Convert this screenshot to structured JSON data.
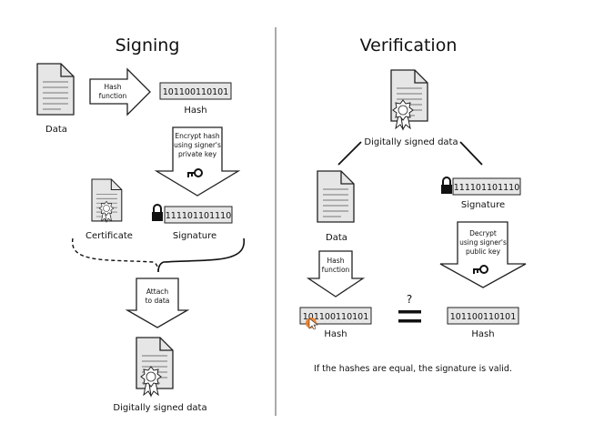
{
  "signing": {
    "title": "Signing",
    "data_label": "Data",
    "hash_arrow": [
      "Hash",
      "function"
    ],
    "hash_bits": "101100110101",
    "hash_label": "Hash",
    "encrypt_arrow": [
      "Encrypt hash",
      "using signer's",
      "private key"
    ],
    "certificate_label": "Certificate",
    "signature_bits": "111101101110",
    "signature_label": "Signature",
    "attach_arrow": [
      "Attach",
      "to data"
    ],
    "signed_label": "Digitally signed data"
  },
  "verification": {
    "title": "Verification",
    "signed_label": "Digitally signed data",
    "data_label": "Data",
    "signature_bits": "111101101110",
    "signature_label": "Signature",
    "hash_arrow": [
      "Hash",
      "function"
    ],
    "decrypt_arrow": [
      "Decrypt",
      "using signer's",
      "public key"
    ],
    "hash_bits_left": "101100110101",
    "hash_label_left": "Hash",
    "question_mark": "?",
    "hash_bits_right": "101100110101",
    "hash_label_right": "Hash",
    "note": "If the hashes are equal, the signature is valid."
  },
  "colors": {
    "cursor": "#f07a1e",
    "doc_fill": "#e6e6e6",
    "line": "#222222"
  },
  "icons": [
    "document-icon",
    "certificate-icon",
    "lock-icon",
    "key-icon",
    "seal-icon"
  ]
}
